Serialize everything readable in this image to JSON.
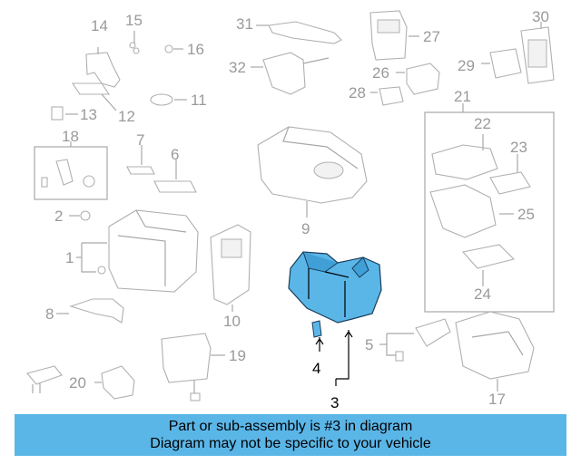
{
  "callouts": [
    "1",
    "2",
    "3",
    "4",
    "5",
    "6",
    "7",
    "8",
    "9",
    "10",
    "11",
    "12",
    "13",
    "14",
    "15",
    "16",
    "17",
    "18",
    "19",
    "20",
    "21",
    "22",
    "23",
    "24",
    "25",
    "26",
    "27",
    "28",
    "29",
    "30",
    "31",
    "32"
  ],
  "highlight": {
    "part": "3",
    "color": "#5bb6e8"
  },
  "banner": {
    "line1": "Part or sub-assembly is #3 in diagram",
    "line2": "Diagram may not be specific to your vehicle"
  }
}
